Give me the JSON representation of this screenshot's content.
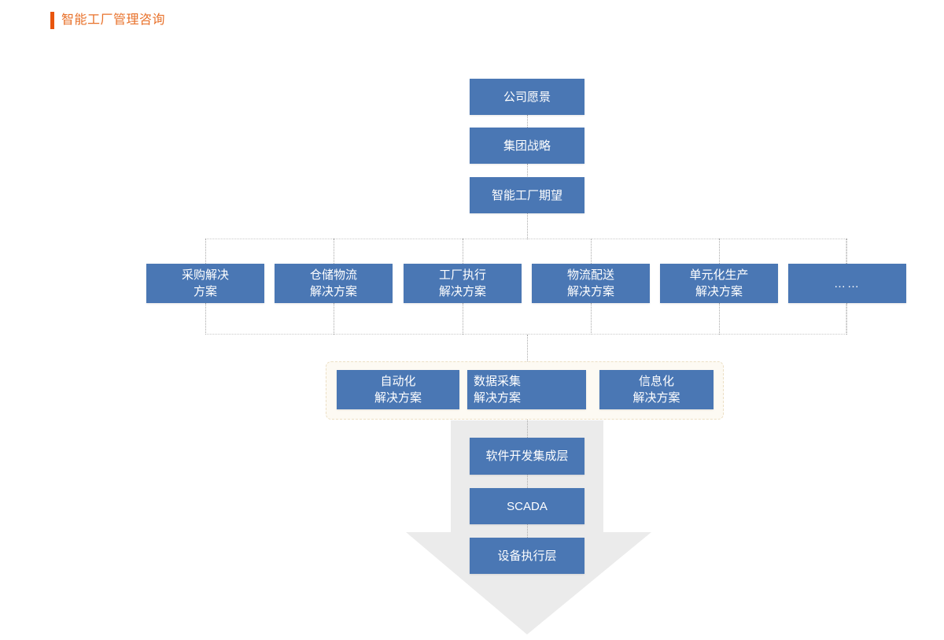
{
  "header": {
    "title": "智能工厂管理咨询",
    "accent_color": "#e8550d",
    "title_color": "#e8712a"
  },
  "theme": {
    "node_fill": "#4a77b4",
    "node_text": "#ffffff",
    "connector_color": "#a9a9a9",
    "group_border": "#c9c9c9",
    "cream_fill": "#fdfaf3",
    "cream_border": "#ecdfc4",
    "arrow_fill": "#ebebeb"
  },
  "diagram": {
    "type": "hierarchy-flow",
    "top_chain": [
      {
        "id": "vision",
        "label": "公司愿景"
      },
      {
        "id": "group-strategy",
        "label": "集团战略"
      },
      {
        "id": "smart-factory-expectation",
        "label": "智能工厂期望"
      }
    ],
    "solution_row": [
      {
        "id": "procurement",
        "label": "采购解决\n方案"
      },
      {
        "id": "warehouse-logistics",
        "label": "仓储物流\n解决方案"
      },
      {
        "id": "factory-execution",
        "label": "工厂执行\n解决方案"
      },
      {
        "id": "logistics-distribution",
        "label": "物流配送\n解决方案"
      },
      {
        "id": "cellular-production",
        "label": "单元化生产\n解决方案"
      },
      {
        "id": "more",
        "label": "……"
      }
    ],
    "enabler_row": [
      {
        "id": "automation",
        "label": "自动化\n解决方案",
        "align": "center"
      },
      {
        "id": "data-acquisition",
        "label": "数据采集\n解决方案",
        "align": "left"
      },
      {
        "id": "informatization",
        "label": "信息化\n解决方案",
        "align": "center"
      }
    ],
    "stack": [
      {
        "id": "software-integration-layer",
        "label": "软件开发集成层"
      },
      {
        "id": "scada",
        "label": "SCADA"
      },
      {
        "id": "equipment-execution-layer",
        "label": "设备执行层"
      }
    ]
  }
}
